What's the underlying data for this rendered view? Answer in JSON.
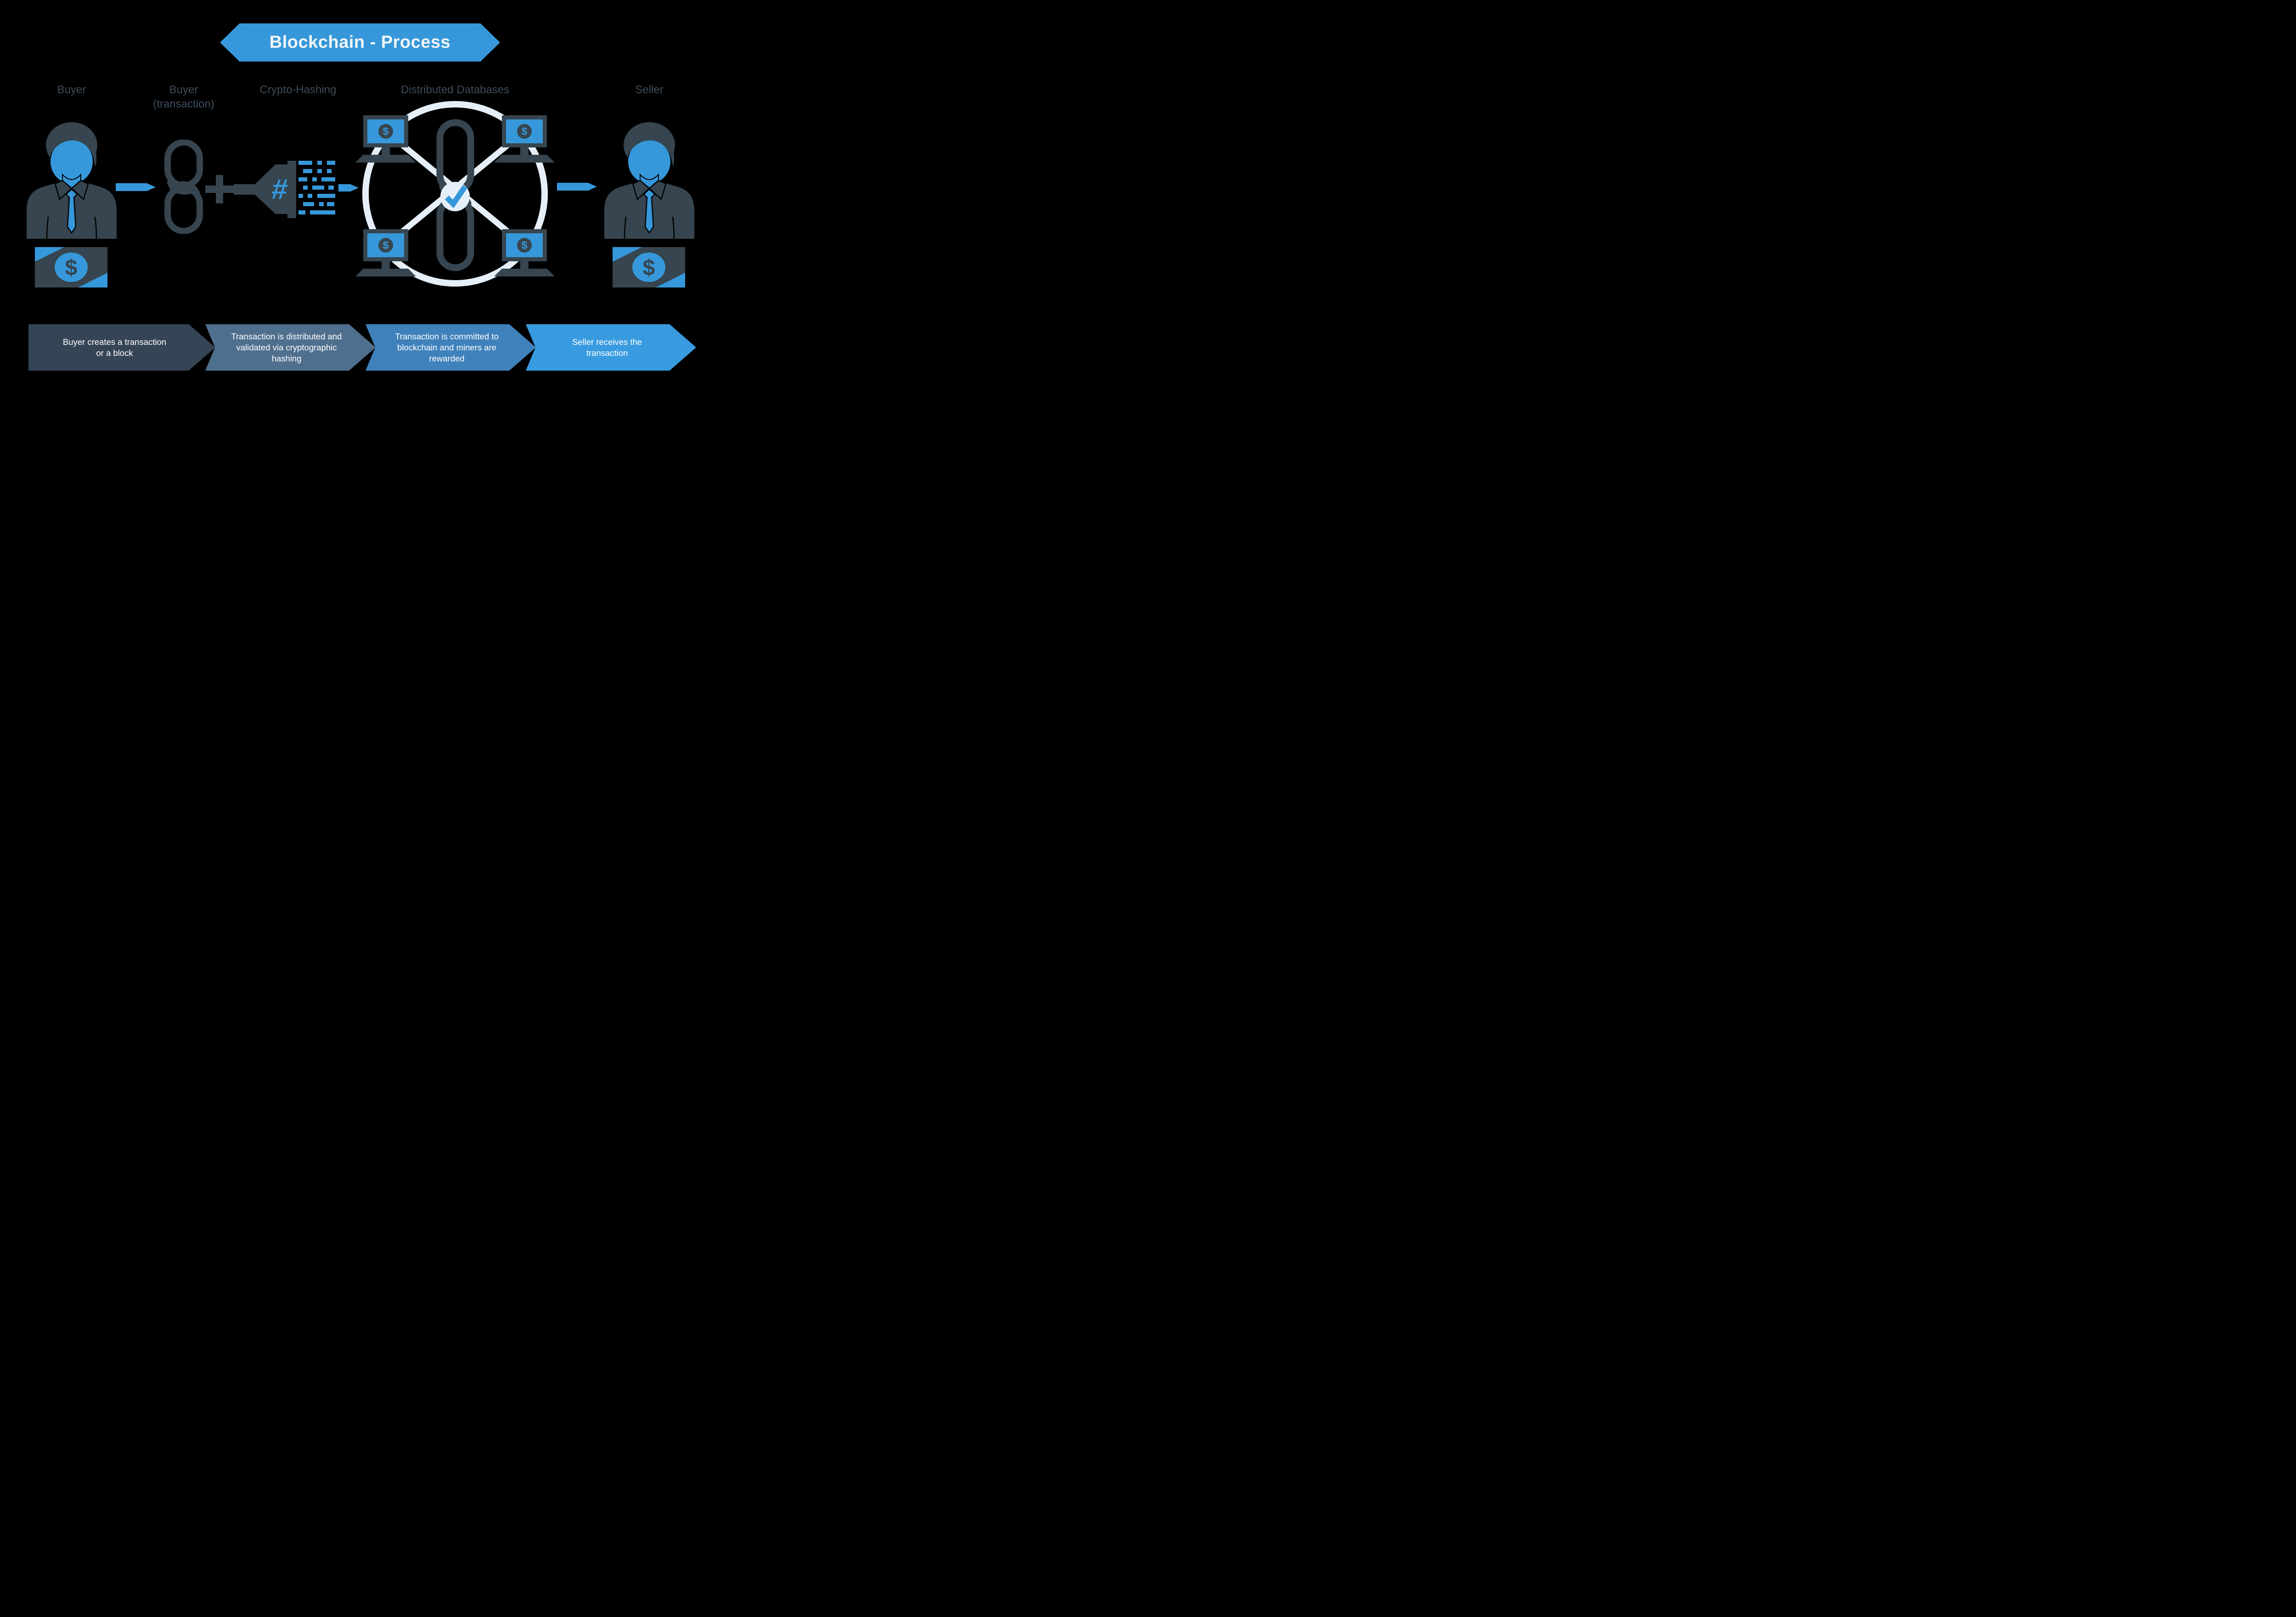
{
  "title": "Blockchain - Process",
  "stage_labels": [
    {
      "line1": "Buyer",
      "line2": ""
    },
    {
      "line1": "Buyer",
      "line2": "(transaction)"
    },
    {
      "line1": "Crypto-Hashing",
      "line2": ""
    },
    {
      "line1": "Distributed Databases",
      "line2": ""
    },
    {
      "line1": "Seller",
      "line2": ""
    }
  ],
  "process_steps": [
    {
      "text": "Buyer creates a transaction or a block",
      "color": "#354555"
    },
    {
      "text": "Transaction is distributed and validated via cryptographic hashing",
      "color": "#4F6F8F"
    },
    {
      "text": "Transaction is committed to blockchain and miners are rewarded",
      "color": "#3F81BB"
    },
    {
      "text": "Seller receives the transaction",
      "color": "#389BDF"
    }
  ],
  "symbols": {
    "dollar": "$",
    "hash": "#",
    "plus_icon": "+",
    "check_icon": "✓"
  },
  "colors": {
    "background": "#000000",
    "accent_blue": "#3698DA",
    "dark_slate": "#36454F",
    "light_ring": "#E6EFF8",
    "label_text": "#3E4C5A",
    "title_text": "#F2F5F7",
    "step_text": "#FFFFFF"
  },
  "hash_pattern": [
    [
      [
        0,
        30
      ],
      [
        41,
        10
      ],
      [
        62,
        18
      ]
    ],
    [
      [
        10,
        20
      ],
      [
        41,
        10
      ],
      [
        62,
        10
      ]
    ],
    [
      [
        0,
        19
      ],
      [
        30,
        10
      ],
      [
        50,
        30
      ]
    ],
    [
      [
        10,
        10
      ],
      [
        30,
        26
      ],
      [
        65,
        12
      ]
    ],
    [
      [
        0,
        10
      ],
      [
        20,
        10
      ],
      [
        41,
        39
      ]
    ],
    [
      [
        10,
        24
      ],
      [
        45,
        10
      ],
      [
        62,
        16
      ]
    ],
    [
      [
        0,
        15
      ],
      [
        25,
        55
      ]
    ]
  ]
}
